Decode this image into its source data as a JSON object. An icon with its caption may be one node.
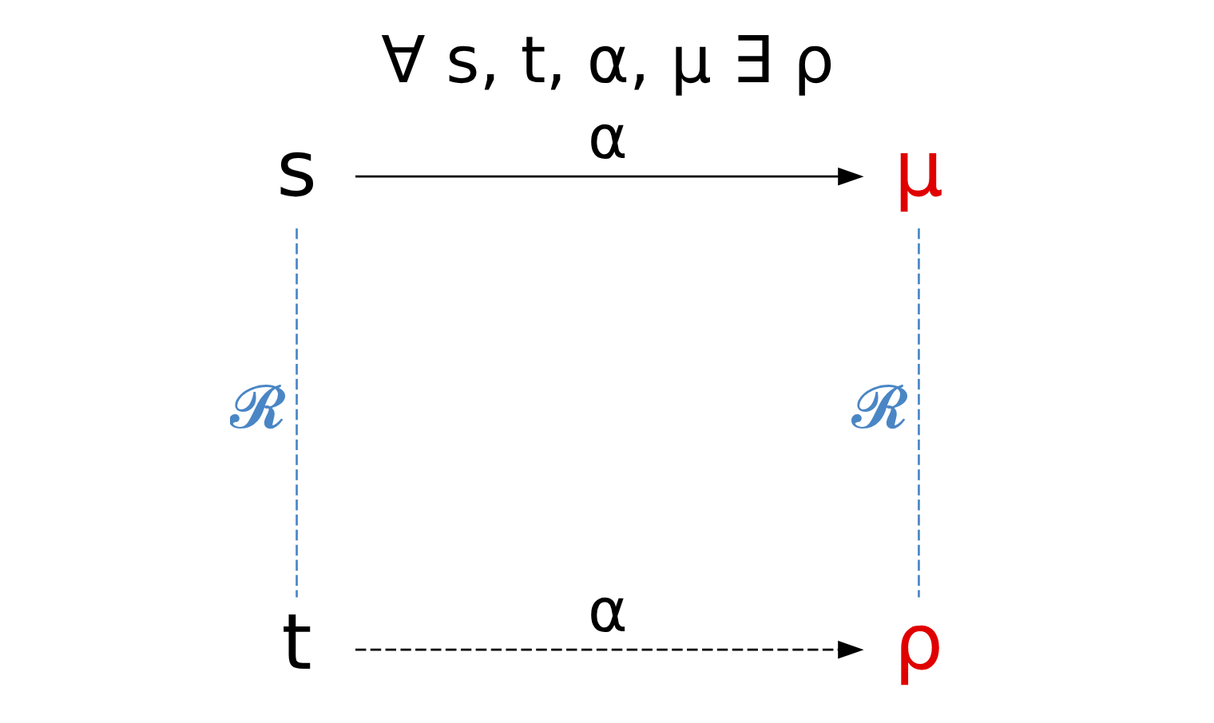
{
  "diagram": {
    "title": "∀ s, t, α, μ ∃ ρ",
    "nodes": [
      {
        "text": [
          "s"
        ]
      },
      {
        "text": [
          "μ"
        ]
      },
      {
        "text": [
          "t"
        ]
      },
      {
        "text": [
          "ρ"
        ]
      }
    ],
    "edges": [
      {
        "from": 0,
        "to": 1,
        "arrow": "to",
        "label": "α"
      },
      {
        "from": 0,
        "to": 2,
        "arrow": "none",
        "label": "𝓡",
        "style": "dashed",
        "color": "#4a86c5"
      },
      {
        "from": 1,
        "to": 3,
        "arrow": "none",
        "label": "𝓡",
        "style": "dashed",
        "color": "#4a86c5"
      },
      {
        "from": 2,
        "to": 3,
        "arrow": "to",
        "label": "α",
        "style": "dashed"
      }
    ]
  }
}
